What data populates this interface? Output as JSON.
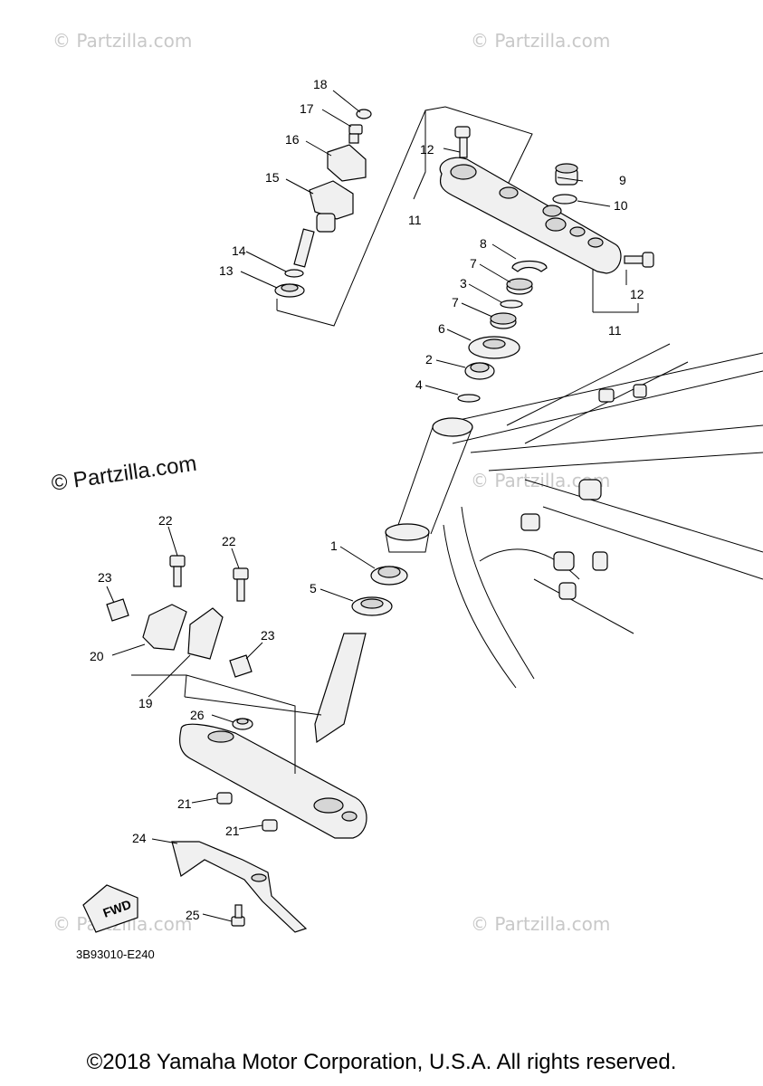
{
  "diagram": {
    "code": "3B93010-E240",
    "copyright": "©2018 Yamaha Motor Corporation, U.S.A. All rights reserved.",
    "fwd_label": "FWD",
    "watermarks": {
      "small": "© Partzilla.com",
      "large": "© Partzilla.com"
    },
    "callouts": [
      "1",
      "2",
      "3",
      "4",
      "5",
      "6",
      "7",
      "7",
      "8",
      "9",
      "10",
      "11",
      "11",
      "12",
      "12",
      "13",
      "14",
      "15",
      "16",
      "17",
      "18",
      "19",
      "20",
      "21",
      "21",
      "22",
      "22",
      "23",
      "23",
      "24",
      "25",
      "26"
    ]
  }
}
